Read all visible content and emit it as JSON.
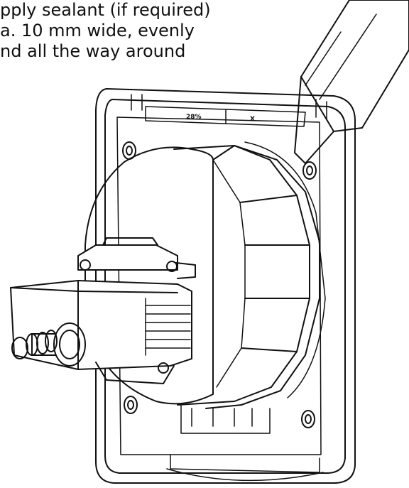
{
  "instruction": {
    "line1": "pply sealant (if required)",
    "line2": "a. 10 mm wide, evenly",
    "line3": "nd all the way around"
  },
  "frame_labels": {
    "left": "28%",
    "right": "X"
  },
  "colors": {
    "line": "#111111",
    "background": "#ffffff"
  },
  "icons": [
    "sealant-cartridge",
    "wall-socket",
    "hose-connector"
  ]
}
